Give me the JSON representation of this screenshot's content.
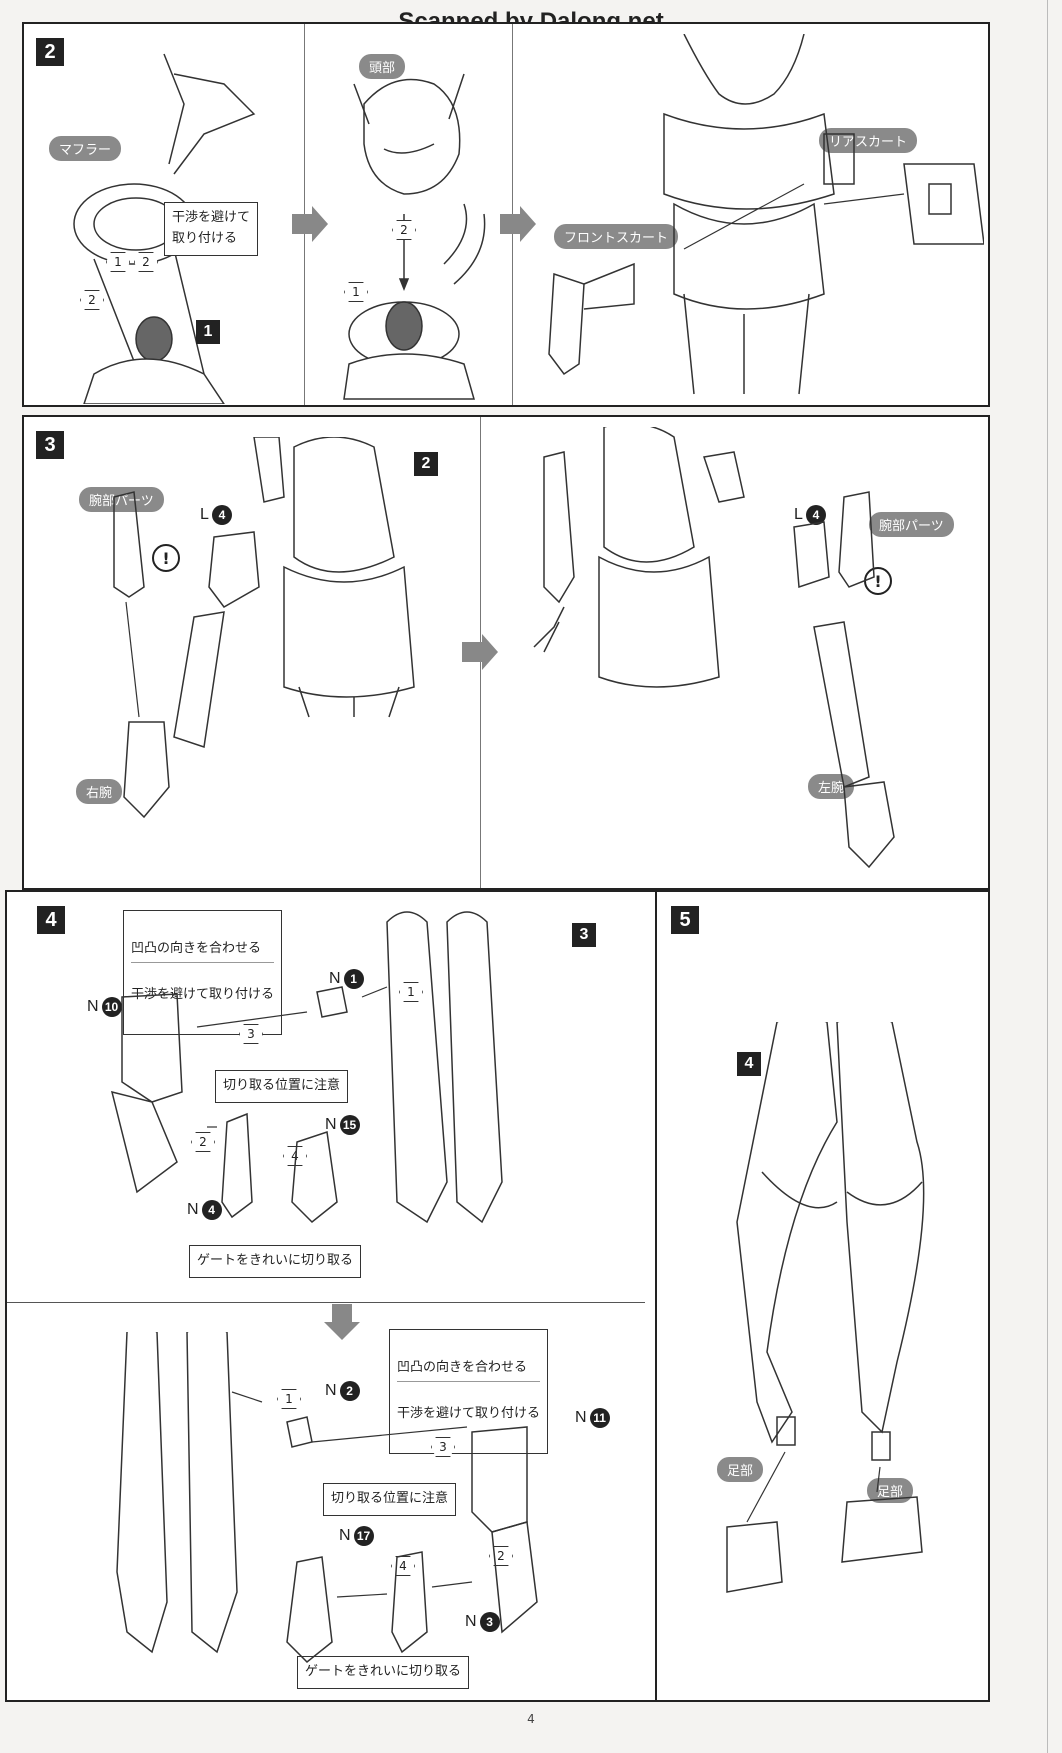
{
  "watermark": "Scanned by Dalong.net",
  "page_number": "4",
  "step2": {
    "number": "2",
    "muffler_label": "マフラー",
    "avoid_callout": "干渉を避けて\n取り付ける",
    "ref_badge": "1",
    "head_label": "頭部",
    "rear_skirt_label": "リアスカート",
    "front_skirt_label": "フロントスカート",
    "seq1": "1",
    "seq2": "2"
  },
  "step3": {
    "number": "3",
    "ref_badge": "2",
    "arm_parts_label": "腕部パーツ",
    "part_code": "L",
    "part_num": "4",
    "right_arm_label": "右腕",
    "left_arm_label": "左腕",
    "warning": "!"
  },
  "step4": {
    "number": "4",
    "ref_badge": "3",
    "top": {
      "callout_line1": "凹凸の向きを合わせる",
      "callout_line2": "干渉を避けて取り付ける",
      "cut_callout": "切り取る位置に注意",
      "gate_callout": "ゲートをきれいに切り取る",
      "part_n10": "10",
      "part_n1": "1",
      "part_n15": "15",
      "part_n4": "4",
      "prefix": "N",
      "seq1": "1",
      "seq2": "2",
      "seq3": "3",
      "seq4": "4"
    },
    "bottom": {
      "callout_line1": "凹凸の向きを合わせる",
      "callout_line2": "干渉を避けて取り付ける",
      "cut_callout": "切り取る位置に注意",
      "gate_callout": "ゲートをきれいに切り取る",
      "part_n2": "2",
      "part_n11": "11",
      "part_n17": "17",
      "part_n3": "3",
      "prefix": "N",
      "seq1": "1",
      "seq2": "2",
      "seq3": "3",
      "seq4": "4"
    }
  },
  "step5": {
    "number": "5",
    "ref_badge": "4",
    "foot_label_left": "足部",
    "foot_label_right": "足部"
  }
}
